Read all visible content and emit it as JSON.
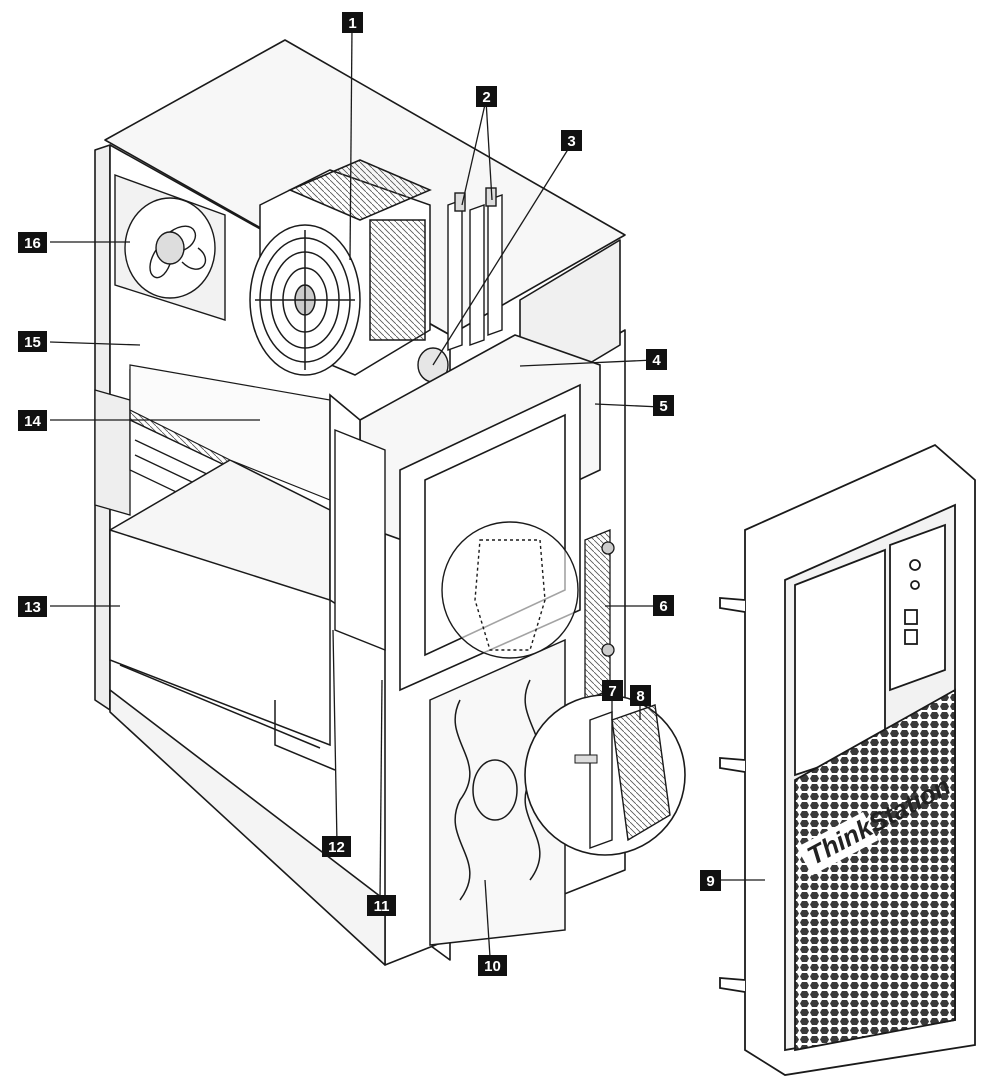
{
  "callouts": [
    {
      "id": "1",
      "text": "1"
    },
    {
      "id": "2",
      "text": "2"
    },
    {
      "id": "3",
      "text": "3"
    },
    {
      "id": "4",
      "text": "4"
    },
    {
      "id": "5",
      "text": "5"
    },
    {
      "id": "6",
      "text": "6"
    },
    {
      "id": "7",
      "text": "7"
    },
    {
      "id": "8",
      "text": "8"
    },
    {
      "id": "9",
      "text": "9"
    },
    {
      "id": "10",
      "text": "10"
    },
    {
      "id": "11",
      "text": "11"
    },
    {
      "id": "12",
      "text": "12"
    },
    {
      "id": "13",
      "text": "13"
    },
    {
      "id": "14",
      "text": "14"
    },
    {
      "id": "15",
      "text": "15"
    },
    {
      "id": "16",
      "text": "16"
    }
  ],
  "bezel_logo": "ThinkStation",
  "colors": {
    "line": "#1a1a1a",
    "label_bg": "#111111",
    "label_text": "#ffffff",
    "fill_light": "#f4f4f4",
    "fill_mid": "#e2e2e2"
  }
}
